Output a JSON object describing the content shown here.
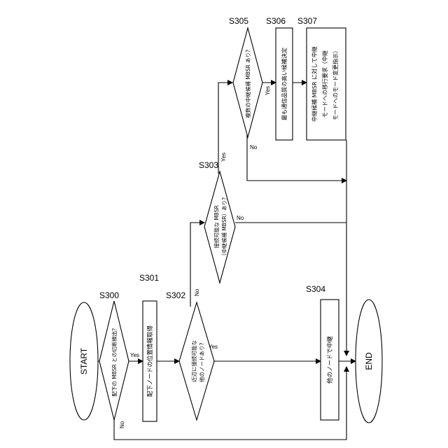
{
  "terminals": {
    "start": "START",
    "end": "END"
  },
  "steps": {
    "s300": {
      "id": "S300",
      "text": "配下の MBSR との切断検出？"
    },
    "s301": {
      "id": "S301",
      "text": "配下ノードの位置情報取得"
    },
    "s302": {
      "id": "S302",
      "line1": "近辺に接続可能な",
      "line2": "他のノードあり？"
    },
    "s303": {
      "id": "S303",
      "line1": "接続可能な MBSR",
      "line2": "（中継候補 MBSR）あり？"
    },
    "s304": {
      "id": "S304",
      "text": "他のノードで中継"
    },
    "s305": {
      "id": "S305",
      "text": "複数の中継候補 MBSR あり？"
    },
    "s306": {
      "id": "S306",
      "text": "最も通信品質の高い候補決定"
    },
    "s307": {
      "id": "S307",
      "line1": "中継候補 MBSR に対して中継",
      "line2": "モードへの移行要求（中継",
      "line3": "モードへのモード変更指示）"
    }
  },
  "branches": {
    "yes": "Yes",
    "no": "No"
  }
}
